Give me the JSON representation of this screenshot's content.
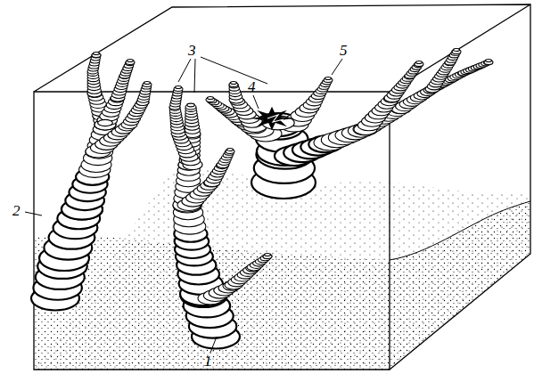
{
  "diagram": {
    "labels": [
      "3",
      "5",
      "4",
      "2",
      "1"
    ]
  }
}
